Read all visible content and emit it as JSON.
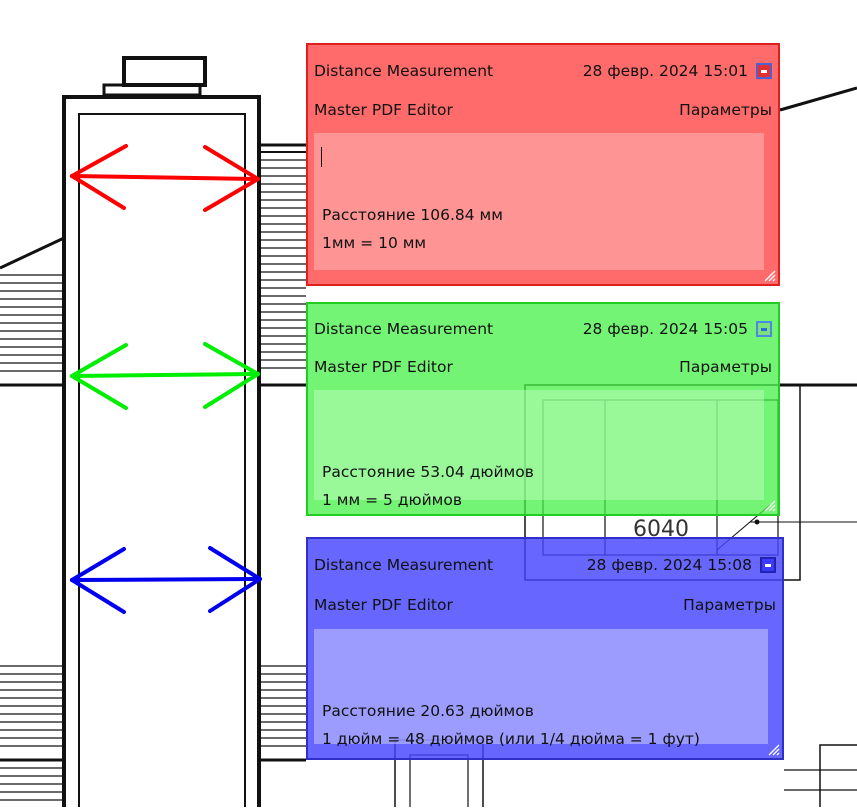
{
  "annotations": [
    {
      "title": "Distance Measurement",
      "date": "28 февр. 2024 15:01",
      "author": "Master PDF Editor",
      "options_label": "Параметры",
      "line1": "Расстояние 106.84 мм",
      "line2": "1мм = 10 мм",
      "color": "#ff5050"
    },
    {
      "title": "Distance Measurement",
      "date": "28 февр. 2024 15:05",
      "author": "Master PDF Editor",
      "options_label": "Параметры",
      "line1": "Расстояние 53.04 дюймов",
      "line2": "1 мм = 5 дюймов",
      "color": "#46f046"
    },
    {
      "title": "Distance Measurement",
      "date": "28 февр. 2024 15:08",
      "author": "Master PDF Editor",
      "options_label": "Параметры",
      "line1": "Расстояние 20.63 дюймов",
      "line2": "1 дюйм = 48 дюймов (или 1/4 дюйма = 1 фут)",
      "color": "#4646ff"
    }
  ],
  "drawing": {
    "window_label": "6040",
    "arrow_colors": [
      "#ff0000",
      "#00ee00",
      "#0000ee"
    ]
  }
}
